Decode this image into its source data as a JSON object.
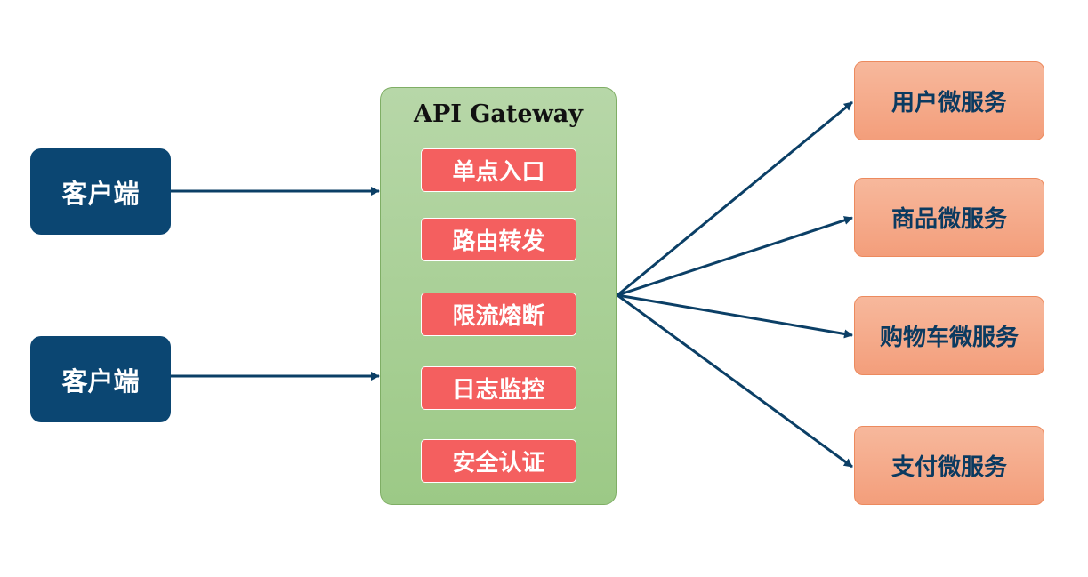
{
  "clients": [
    {
      "label": "客户端"
    },
    {
      "label": "客户端"
    }
  ],
  "gateway": {
    "title": "API Gateway",
    "features": [
      {
        "label": "单点入口"
      },
      {
        "label": "路由转发"
      },
      {
        "label": "限流熔断"
      },
      {
        "label": "日志监控"
      },
      {
        "label": "安全认证"
      }
    ]
  },
  "services": [
    {
      "label": "用户微服务"
    },
    {
      "label": "商品微服务"
    },
    {
      "label": "购物车微服务"
    },
    {
      "label": "支付微服务"
    }
  ],
  "colors": {
    "client_fill": "#0b4672",
    "gateway_fill": "#a9d18e",
    "feature_fill": "#f45f5f",
    "service_fill": "#f4a783",
    "connector": "#0b3f66",
    "service_text": "#0b3a60"
  }
}
